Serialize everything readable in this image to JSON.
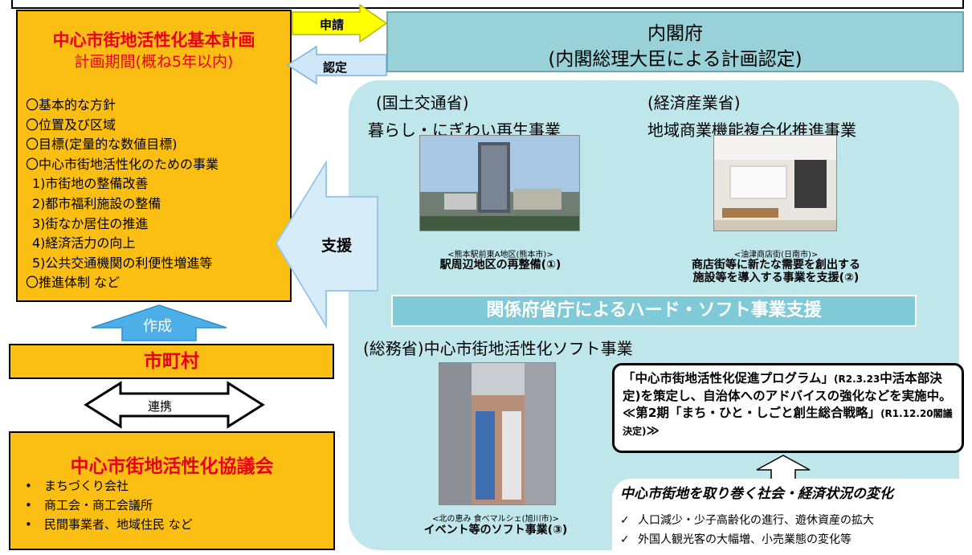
{
  "plan": {
    "title": "中心市街地活性化基本計画",
    "period": "計画期間(概ね5年以内)",
    "items": [
      "〇基本的な方針",
      "〇位置及び区域",
      "〇目標(定量的な数値目標)",
      "〇中心市街地活性化のための事業",
      "  1)市街地の整備改善",
      "  2)都市福利施設の整備",
      "  3)街なか居住の推進",
      "  4)経済活力の向上",
      "  5)公共交通機関の利便性増進等",
      "〇推進体制 など"
    ]
  },
  "arrows": {
    "apply": "申請",
    "certify": "認定",
    "support": "支援",
    "create": "作成",
    "cooperate": "連携"
  },
  "cabinet": {
    "line1": "内閣府",
    "line2": "(内閣総理大臣による計画認定)"
  },
  "mlit": {
    "ministry": "(国土交通省)",
    "program": "暮らし・にぎわい再生事業",
    "photo_caption": "<熊本駅前東A地区(熊本市)>",
    "caption_bold": "駅周辺地区の再整備(①)"
  },
  "meti": {
    "ministry": "(経済産業省)",
    "program": "地域商業機能複合化推進事業",
    "photo_caption": "<油津商店街(日南市)>",
    "caption_bold_1": "商店街等に新たな需要を創出する",
    "caption_bold_2": "施設等を導入する事業を支援(②)"
  },
  "banner": "関係府省庁によるハード・ソフト事業支援",
  "mic": {
    "program": "(総務省)中心市街地活性化ソフト事業",
    "photo_caption": "<北の恵み 食べマルシェ(旭川市)>",
    "caption_bold": "イベント等のソフト事業(③)"
  },
  "municipality": "市町村",
  "council": {
    "title": "中心市街地活性化協議会",
    "items": [
      "まちづくり会社",
      "商工会・商工会議所",
      "民間事業者、地域住民 など"
    ]
  },
  "callout": {
    "part1": "「中心市街地活性化促進プログラム」",
    "part1_small": "(R2.3.23",
    "part2": "中活本部決定)を策定し、自治体へのアドバイスの強化などを実施中。≪第2期「まち・ひと・しごと創生総合戦略」",
    "part2_small": "(R1.12.20閣議決定)",
    "part3": "≫"
  },
  "changes": {
    "title": "中心市街地を取り巻く社会・経済状況の変化",
    "items": [
      "人口減少・少子高齢化の進行、遊休資産の拡大",
      "外国人観光客の大幅増、小売業態の変化等"
    ]
  },
  "colors": {
    "orange": "#fbbf14",
    "red": "#e8001c",
    "teal": "#98d2d8",
    "panel": "#bfe6ea",
    "banner": "#7fcad6",
    "arrow_yellow": "#ffff00",
    "arrow_blue": "#8ed0f6"
  }
}
